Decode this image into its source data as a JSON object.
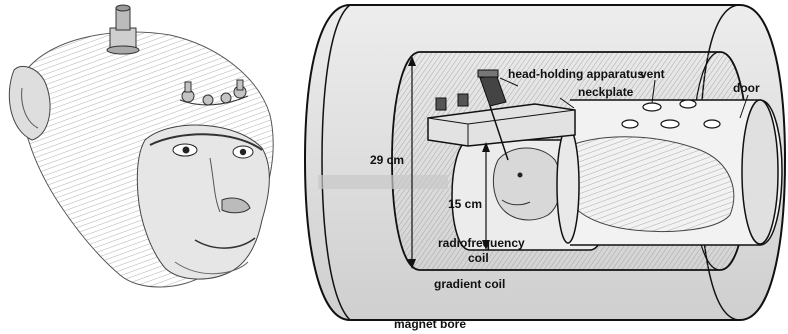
{
  "labels": {
    "head_holding_apparatus": "head-holding apparatus",
    "neckplate": "neckplate",
    "vent": "vent",
    "door": "door",
    "dim_outer": "29 cm",
    "dim_inner": "15 cm",
    "radiofrequency_coil_line1": "radiofrequency",
    "radiofrequency_coil_line2": "coil",
    "gradient_coil": "gradient coil",
    "magnet_bore": "magnet bore"
  },
  "colors": {
    "ink": "#111111",
    "shading": "#bdbdbd",
    "skin": "#e4e4e4"
  }
}
